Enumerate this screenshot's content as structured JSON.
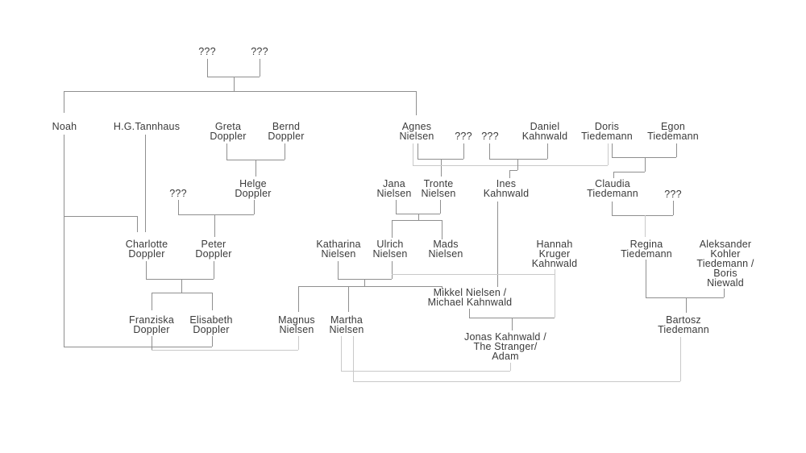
{
  "diagram": {
    "type": "family-tree",
    "colors": {
      "line": "#8f8f8f",
      "line_light": "#c9c9c9",
      "text": "#3b3b3b",
      "background": "#ffffff"
    }
  },
  "nodes": {
    "q1": {
      "label": [
        "???"
      ]
    },
    "q2": {
      "label": [
        "???"
      ]
    },
    "noah": {
      "label": [
        "Noah"
      ]
    },
    "tannhaus": {
      "label": [
        "H.G.Tannhaus"
      ]
    },
    "greta": {
      "label": [
        "Greta",
        "Doppler"
      ]
    },
    "bernd": {
      "label": [
        "Bernd",
        "Doppler"
      ]
    },
    "agnes": {
      "label": [
        "Agnes",
        "Nielsen"
      ]
    },
    "q_agnes": {
      "label": [
        "???"
      ]
    },
    "q_daniel": {
      "label": [
        "???"
      ]
    },
    "daniel": {
      "label": [
        "Daniel",
        "Kahnwald"
      ]
    },
    "doris": {
      "label": [
        "Doris",
        "Tiedemann"
      ]
    },
    "egon": {
      "label": [
        "Egon",
        "Tiedemann"
      ]
    },
    "q_helge": {
      "label": [
        "???"
      ]
    },
    "helge": {
      "label": [
        "Helge",
        "Doppler"
      ]
    },
    "jana": {
      "label": [
        "Jana",
        "Nielsen"
      ]
    },
    "tronte": {
      "label": [
        "Tronte",
        "Nielsen"
      ]
    },
    "ines": {
      "label": [
        "Ines",
        "Kahnwald"
      ]
    },
    "claudia": {
      "label": [
        "Claudia",
        "Tiedemann"
      ]
    },
    "q_claudia": {
      "label": [
        "???"
      ]
    },
    "charlotte": {
      "label": [
        "Charlotte",
        "Doppler"
      ]
    },
    "peter": {
      "label": [
        "Peter",
        "Doppler"
      ]
    },
    "katharina": {
      "label": [
        "Katharina",
        "Nielsen"
      ]
    },
    "ulrich": {
      "label": [
        "Ulrich",
        "Nielsen"
      ]
    },
    "mads": {
      "label": [
        "Mads",
        "Nielsen"
      ]
    },
    "hannah": {
      "label": [
        "Hannah",
        "Kruger",
        "Kahnwald"
      ]
    },
    "regina": {
      "label": [
        "Regina",
        "Tiedemann"
      ]
    },
    "aleksander": {
      "label": [
        "Aleksander",
        "Kohler",
        "Tiedemann /",
        "Boris",
        "Niewald"
      ]
    },
    "franziska": {
      "label": [
        "Franziska",
        "Doppler"
      ]
    },
    "elisabeth": {
      "label": [
        "Elisabeth",
        "Doppler"
      ]
    },
    "magnus": {
      "label": [
        "Magnus",
        "Nielsen"
      ]
    },
    "martha": {
      "label": [
        "Martha",
        "Nielsen"
      ]
    },
    "mikkel": {
      "label": [
        "Mikkel Nielsen /",
        "Michael Kahnwald"
      ]
    },
    "jonas": {
      "label": [
        "Jonas Kahnwald /",
        "The Stranger/",
        "Adam"
      ]
    },
    "bartosz": {
      "label": [
        "Bartosz",
        "Tiedemann"
      ]
    }
  }
}
